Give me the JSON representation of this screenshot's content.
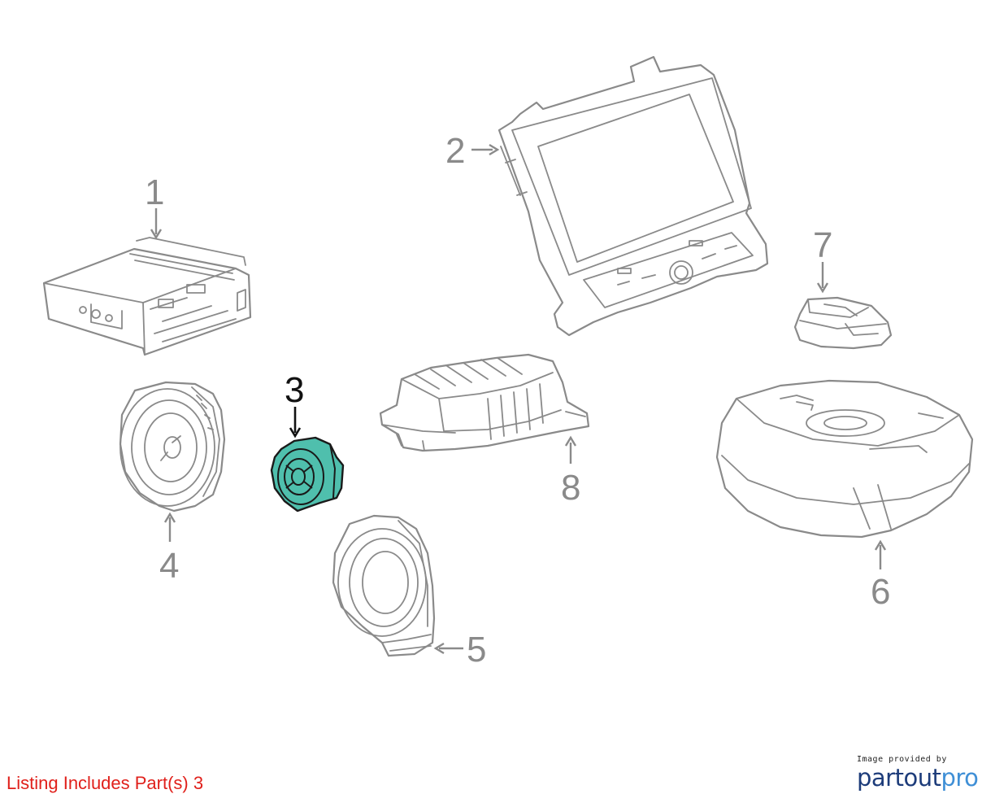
{
  "diagram": {
    "callouts": [
      {
        "id": 1,
        "label": "1"
      },
      {
        "id": 2,
        "label": "2"
      },
      {
        "id": 3,
        "label": "3"
      },
      {
        "id": 4,
        "label": "4"
      },
      {
        "id": 5,
        "label": "5"
      },
      {
        "id": 6,
        "label": "6"
      },
      {
        "id": 7,
        "label": "7"
      },
      {
        "id": 8,
        "label": "8"
      }
    ],
    "highlighted_part": "3",
    "highlight_color": "#4fbfad",
    "line_color": "#8a8a8a"
  },
  "footer": {
    "listing_note": "Listing Includes Part(s) 3",
    "listing_note_color": "#e0201b",
    "credit": "Image provided by",
    "brand_part1": "partout",
    "brand_part2": "pro",
    "brand_color_1": "#1d3c7a",
    "brand_color_2": "#3f8fd6"
  }
}
